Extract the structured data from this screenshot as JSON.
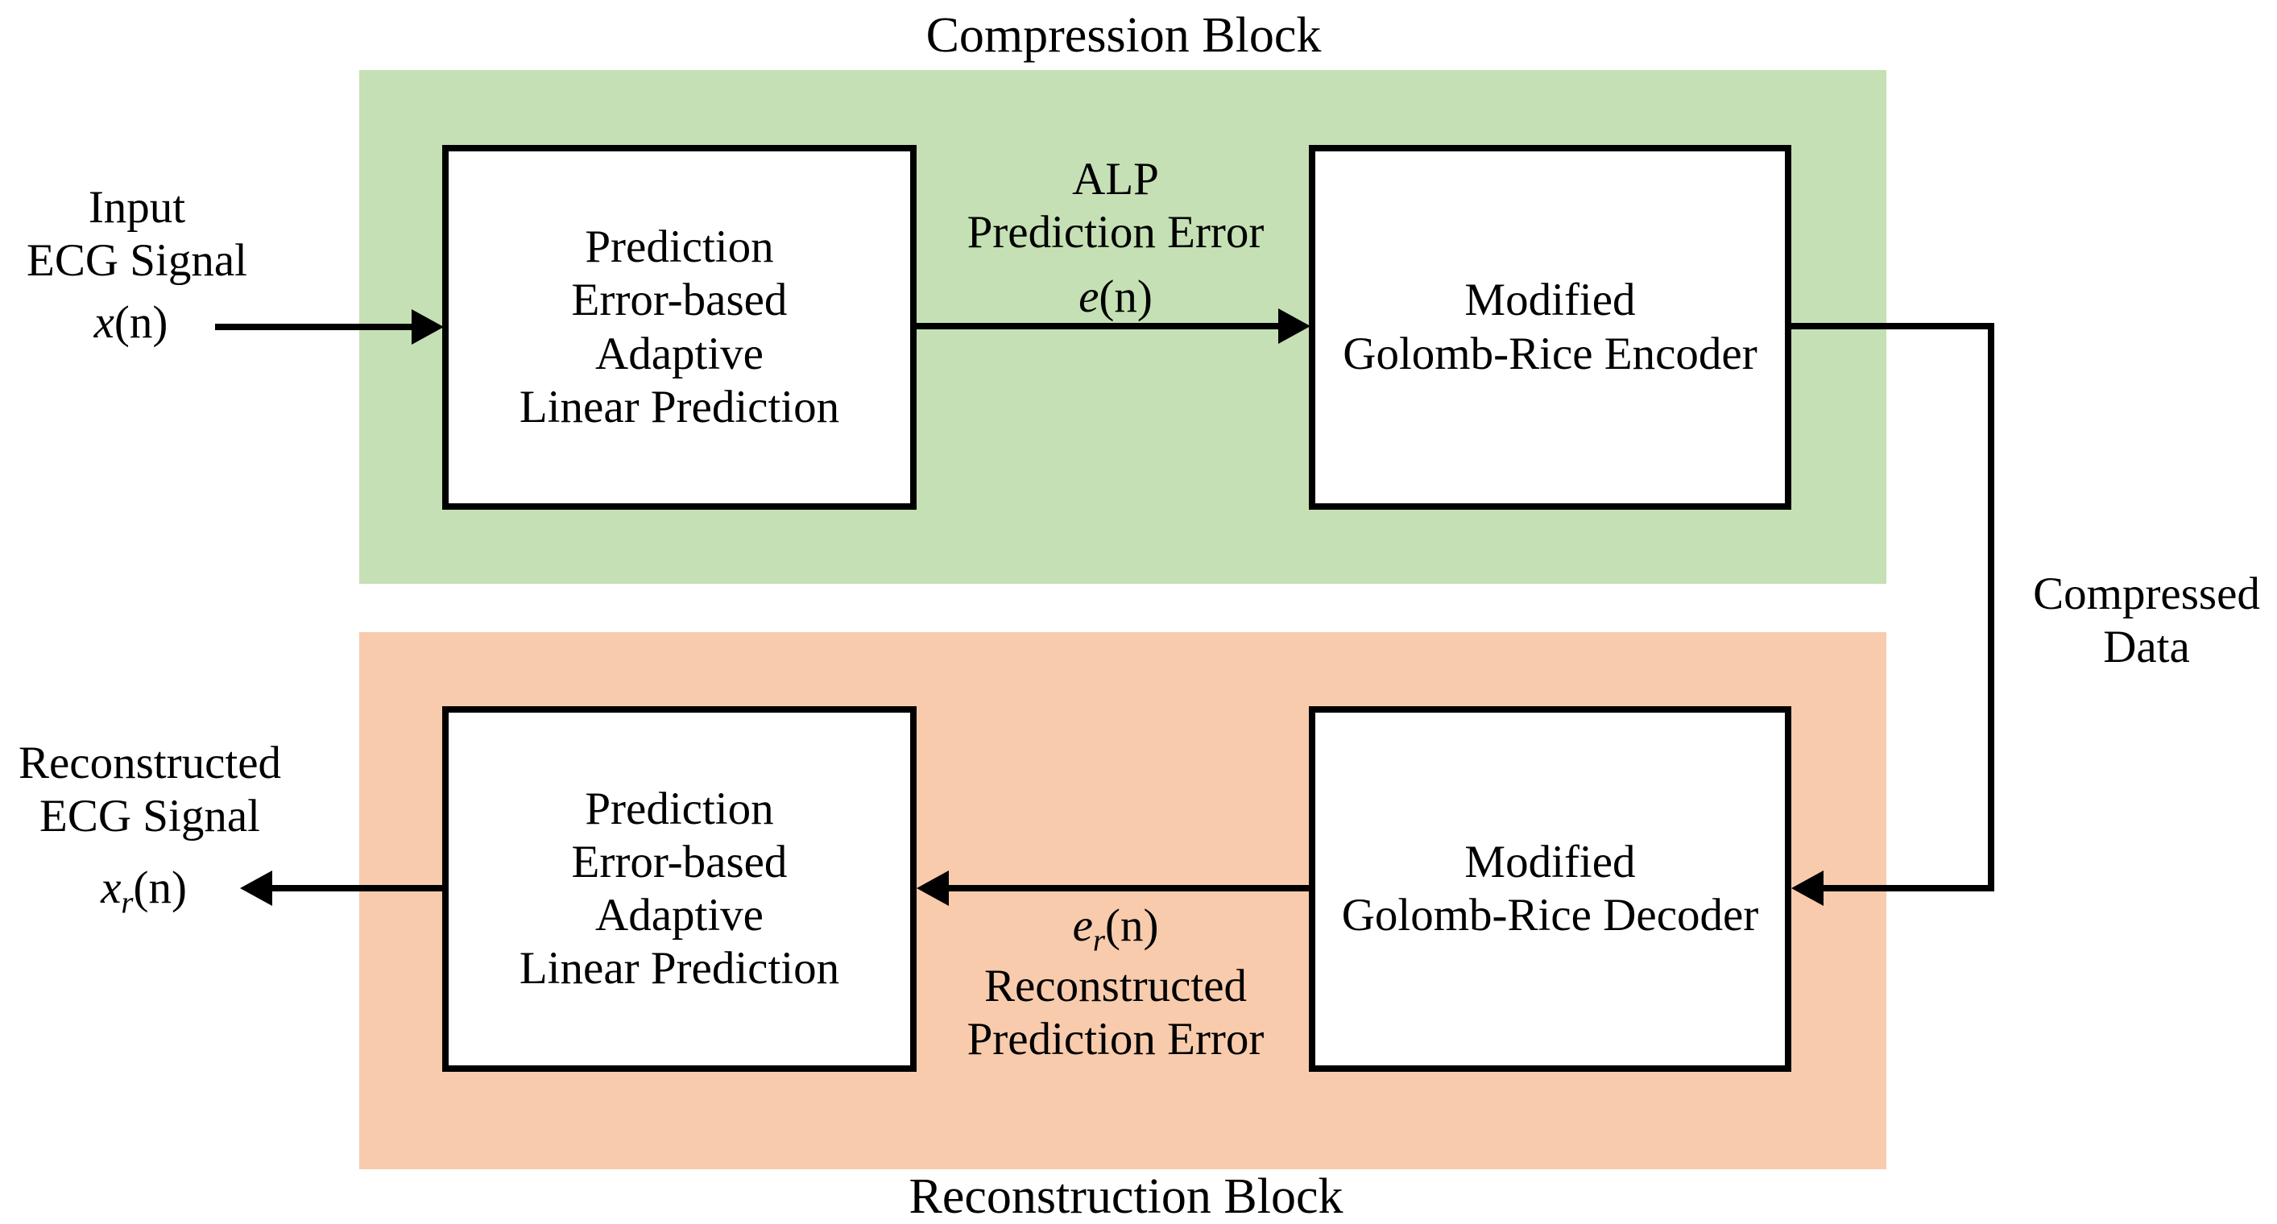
{
  "diagram": {
    "title_top": "Compression Block",
    "title_bottom": "Reconstruction Block"
  },
  "colors": {
    "compression_bg": "#c5e0b4",
    "reconstruction_bg": "#f8cbad",
    "line": "#000000",
    "box_fill": "#ffffff"
  },
  "blocks": {
    "alp_top": {
      "lines": [
        "Prediction",
        "Error-based",
        "Adaptive",
        "Linear Prediction"
      ]
    },
    "encoder": {
      "lines": [
        "Modified",
        "Golomb-Rice Encoder"
      ]
    },
    "decoder": {
      "lines": [
        "Modified",
        "Golomb-Rice Decoder"
      ]
    },
    "alp_bottom": {
      "lines": [
        "Prediction",
        "Error-based",
        "Adaptive",
        "Linear Prediction"
      ]
    }
  },
  "labels": {
    "input": {
      "line1": "Input",
      "line2": "ECG Signal"
    },
    "alp_error": {
      "line1": "ALP",
      "line2": "Prediction Error"
    },
    "compressed": {
      "line1": "Compressed",
      "line2": "Data"
    },
    "reconstructed_error": {
      "line1": "Reconstructed",
      "line2": "Prediction Error"
    },
    "output": {
      "line1": "Reconstructed",
      "line2": "ECG Signal"
    }
  },
  "math": {
    "input": {
      "base": "x",
      "sub": "",
      "arg": "(n)"
    },
    "error": {
      "base": "e",
      "sub": "",
      "arg": "(n)"
    },
    "reconstructed_error": {
      "base": "e",
      "sub": "r",
      "arg": "(n)"
    },
    "reconstructed_output": {
      "base": "x",
      "sub": "r",
      "arg": "(n)"
    }
  }
}
